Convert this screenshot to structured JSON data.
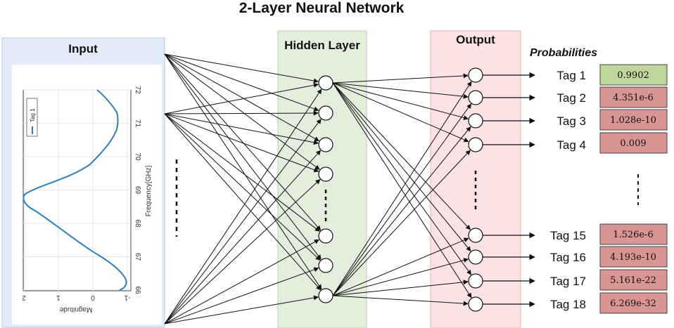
{
  "title": "2-Layer Neural Network",
  "input": {
    "label": "Input",
    "plot": {
      "legend": "Tag 1",
      "frequency_label": "Frequency[GHz]",
      "magnitude_label": "Magnitude",
      "frequency_ticks": [
        "66",
        "67",
        "68",
        "69",
        "70",
        "71",
        "72"
      ],
      "magnitude_ticks": [
        "-1",
        "0",
        "1",
        "2"
      ],
      "line_color": "#2f7fc1"
    }
  },
  "hidden": {
    "label": "Hidden Layer",
    "color": "#e3efdc"
  },
  "output": {
    "label": "Output",
    "color": "#fbe3e3",
    "probabilities_label": "Probabilities",
    "tags": [
      {
        "tag": "Tag 1",
        "value": "0.9902",
        "color": "#bfd69b"
      },
      {
        "tag": "Tag 2",
        "value": "4.351e-6",
        "color": "#d99594"
      },
      {
        "tag": "Tag 3",
        "value": "1.028e-10",
        "color": "#d99594"
      },
      {
        "tag": "Tag 4",
        "value": "0.009",
        "color": "#d99594"
      },
      {
        "tag": "Tag 15",
        "value": "1.526e-6",
        "color": "#d99594"
      },
      {
        "tag": "Tag 16",
        "value": "4.193e-10",
        "color": "#d99594"
      },
      {
        "tag": "Tag 17",
        "value": "5.161e-22",
        "color": "#d99594"
      },
      {
        "tag": "Tag 18",
        "value": "6.269e-32",
        "color": "#d99594"
      }
    ]
  }
}
